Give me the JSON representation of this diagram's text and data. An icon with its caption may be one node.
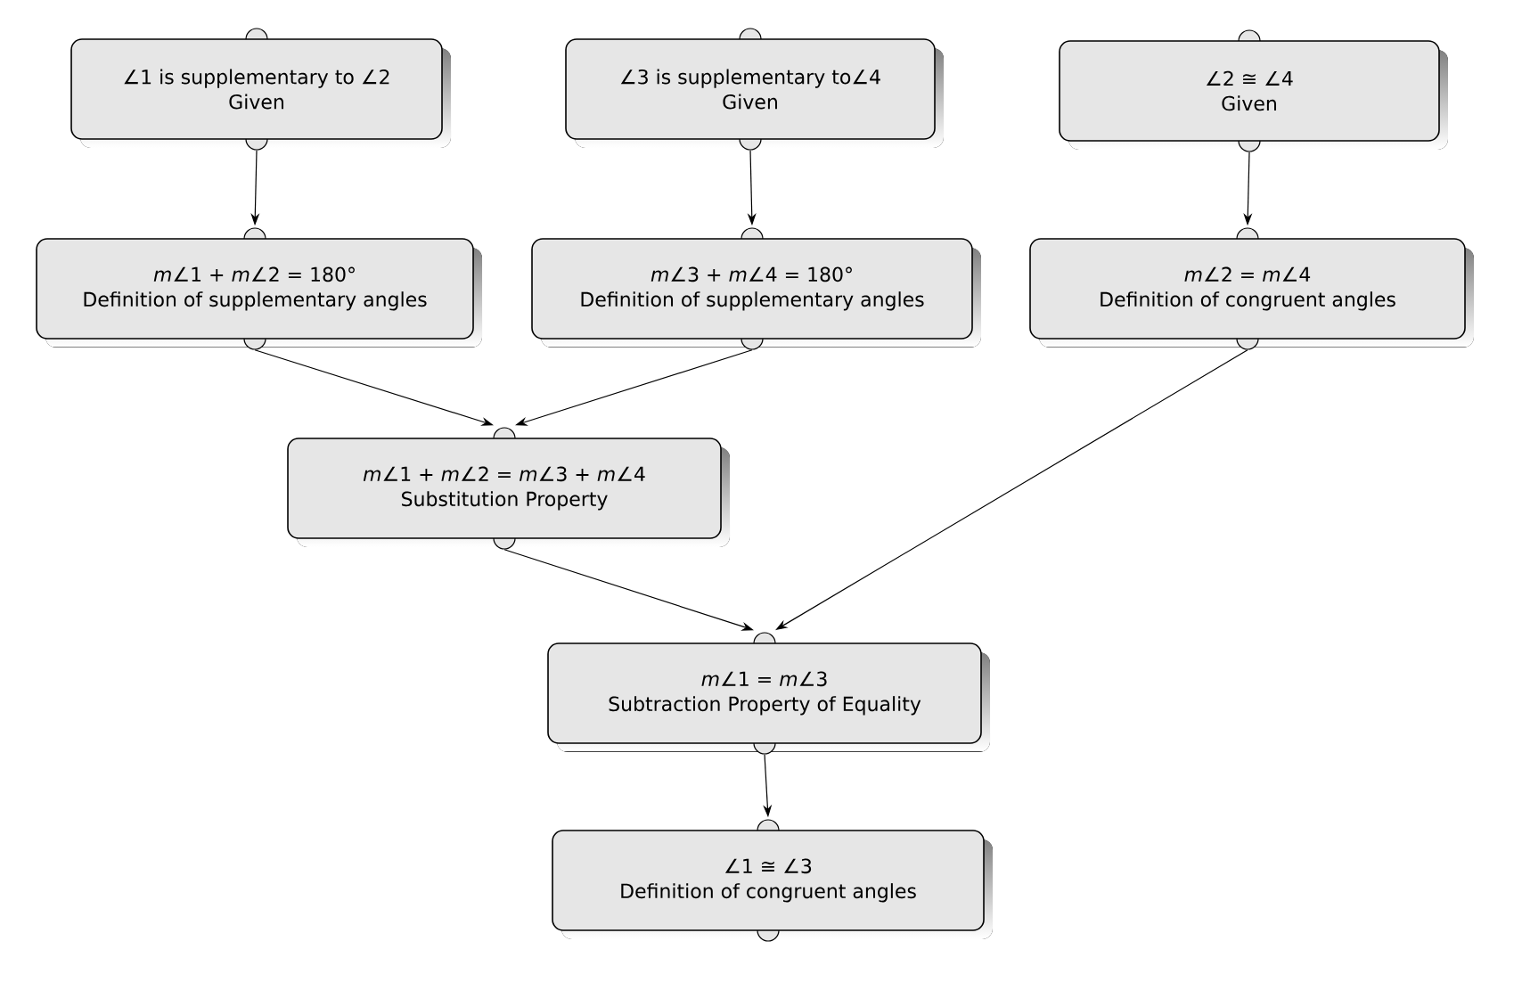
{
  "diagram": {
    "nodes": [
      {
        "text": [
          "∠1 is supplementary to ∠2",
          "Given"
        ]
      },
      {
        "text": [
          "∠3 is supplementary to∠4",
          "Given"
        ]
      },
      {
        "text": [
          "∠2 ≅ ∠4",
          "Given"
        ]
      },
      {
        "text": [
          "*m*∠1 + *m*∠2 = 180°",
          "Definition of supplementary angles"
        ]
      },
      {
        "text": [
          "*m*∠3 + *m*∠4 = 180°",
          "Definition of supplementary angles"
        ]
      },
      {
        "text": [
          "*m*∠2 = *m*∠4",
          "Definition of congruent angles"
        ]
      },
      {
        "text": [
          "*m*∠1 + *m*∠2 = *m*∠3 + *m*∠4",
          "Substitution Property"
        ]
      },
      {
        "text": [
          "*m*∠1 = *m*∠3",
          "Subtraction Property of Equality"
        ]
      },
      {
        "text": [
          "∠1 ≅ ∠3",
          "Definition of congruent angles"
        ]
      }
    ],
    "edges": [
      {
        "from": 0,
        "to": 3,
        "arrow": "to"
      },
      {
        "from": 1,
        "to": 4,
        "arrow": "to"
      },
      {
        "from": 2,
        "to": 5,
        "arrow": "to"
      },
      {
        "from": 3,
        "to": 6,
        "arrow": "to"
      },
      {
        "from": 4,
        "to": 6,
        "arrow": "to"
      },
      {
        "from": 6,
        "to": 7,
        "arrow": "to"
      },
      {
        "from": 5,
        "to": 7,
        "arrow": "to"
      },
      {
        "from": 7,
        "to": 8,
        "arrow": "to"
      }
    ]
  }
}
